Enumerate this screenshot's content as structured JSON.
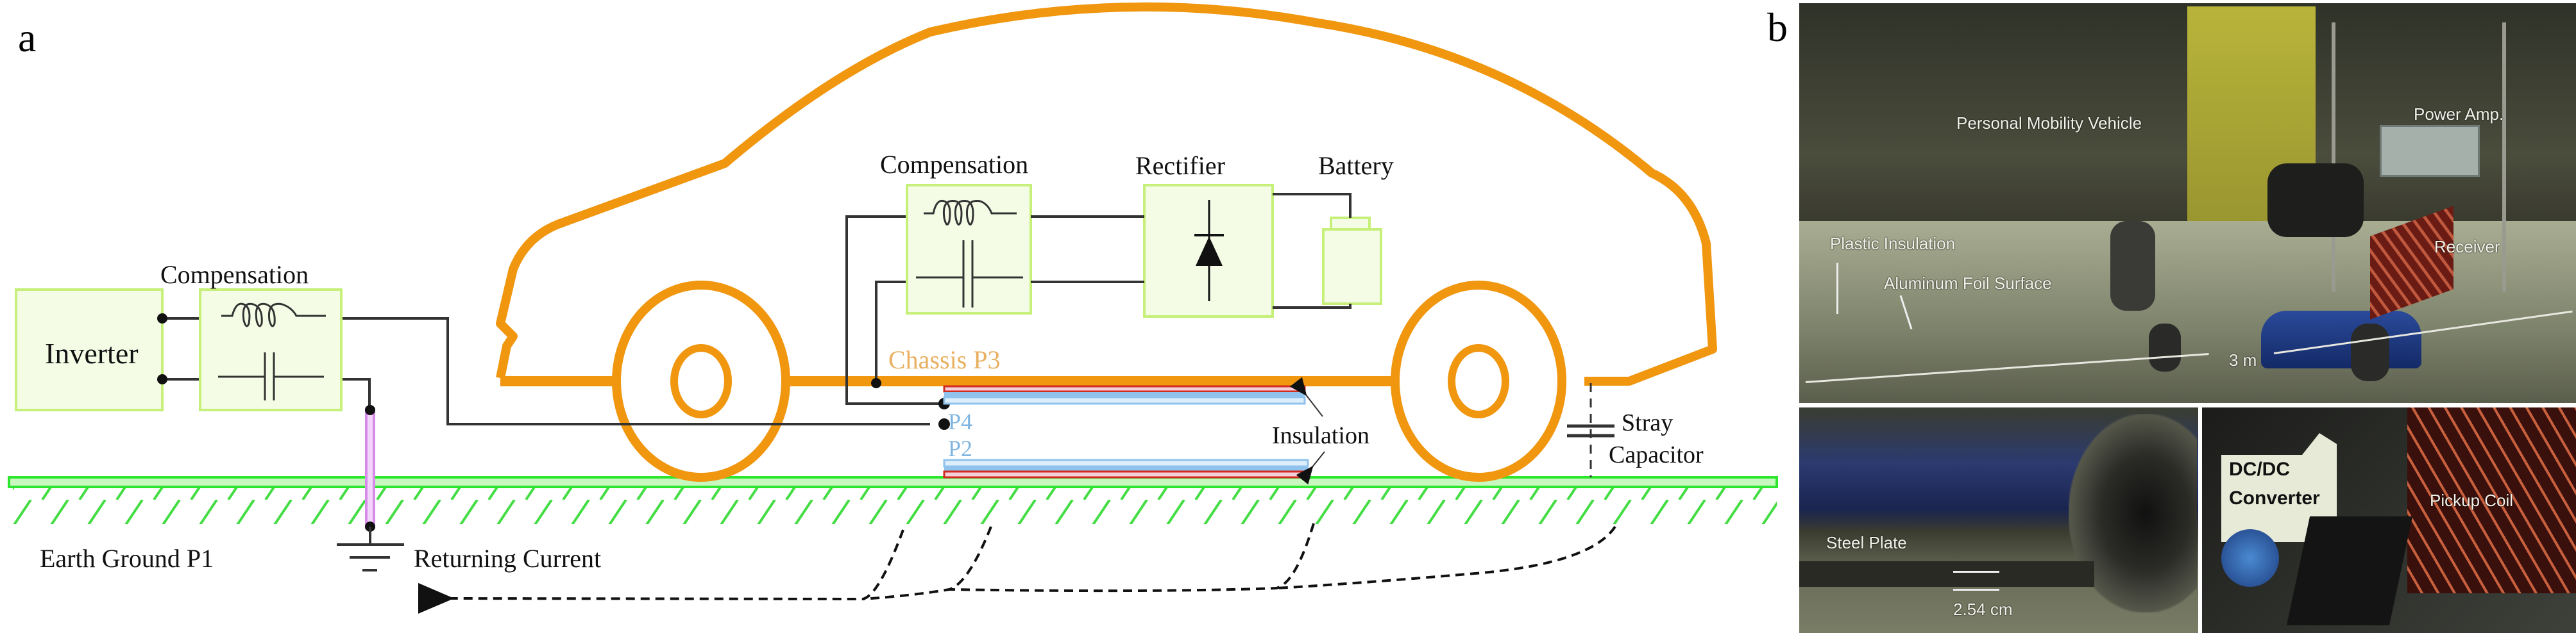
{
  "figure": {
    "panel_a": {
      "label": "a",
      "blocks": {
        "inverter": "Inverter",
        "transmitter_compensation": "Compensation",
        "receiver_compensation": "Compensation",
        "rectifier": "Rectifier",
        "battery": "Battery"
      },
      "labels": {
        "chassis": "Chassis P3",
        "plate_p4": "P4",
        "plate_p2": "P2",
        "insulation": "Insulation",
        "stray_line1": "Stray",
        "stray_line2": "Capacitor",
        "earth_ground": "Earth Ground P1",
        "returning_current": "Returning Current"
      },
      "colors": {
        "car_outline": "#F0960F",
        "block_fill": "#F4FCE6",
        "block_border": "#C6F07A",
        "ground": "#2EE62E",
        "insulation_red": "#D22A1E",
        "insulation_pink": "#F5D0DA",
        "plate_blue": "#8FC2EC",
        "plate_light": "#DDEEFB",
        "label_blue": "#7FB4E0",
        "chassis_text": "#E8B060",
        "ground_rod": "#D68BE8",
        "wire": "#333333"
      }
    },
    "panel_b": {
      "label": "b",
      "top_photo": {
        "labels": {
          "vehicle": "Personal Mobility Vehicle",
          "power_amp": "Power Amp.",
          "plastic_insulation": "Plastic Insulation",
          "aluminum_foil": "Aluminum Foil Surface",
          "receiver": "Receiver",
          "length": "3 m"
        }
      },
      "bottom_left_photo": {
        "labels": {
          "steel_plate": "Steel Plate",
          "gap": "2.54 cm"
        }
      },
      "bottom_right_photo": {
        "labels": {
          "converter_line1": "DC/DC",
          "converter_line2": "Converter",
          "pickup_coil": "Pickup Coil"
        }
      }
    }
  }
}
